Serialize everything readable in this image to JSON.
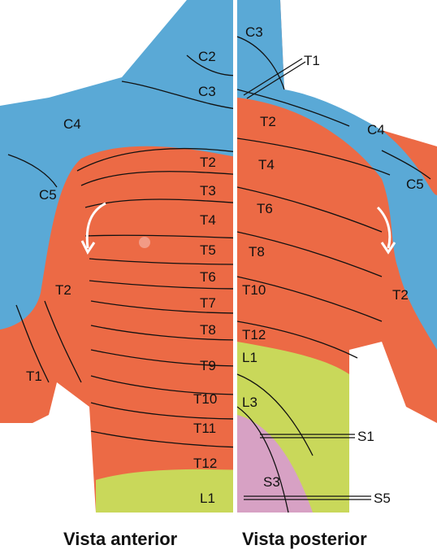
{
  "colors": {
    "cervical": "#5aa9d6",
    "thoracic": "#ec6a45",
    "lumbar": "#c9d85a",
    "sacral": "#d7a1c4",
    "divider": "#ffffff"
  },
  "anterior": {
    "caption": "Vista anterior",
    "labels": {
      "c2": "C2",
      "c3": "C3",
      "c4": "C4",
      "c5": "C5",
      "t2_trunk": "T2",
      "t3": "T3",
      "t4": "T4",
      "t5": "T5",
      "t6": "T6",
      "t7": "T7",
      "t8": "T8",
      "t9": "T9",
      "t10": "T10",
      "t11": "T11",
      "t12": "T12",
      "l1": "L1",
      "t2_arm": "T2",
      "t1_arm": "T1"
    }
  },
  "posterior": {
    "caption": "Vista posterior",
    "labels": {
      "c3": "C3",
      "t1": "T1",
      "t2": "T2",
      "c4": "C4",
      "c5": "C5",
      "t4": "T4",
      "t6": "T6",
      "t8": "T8",
      "t10": "T10",
      "t12": "T12",
      "l1": "L1",
      "l3": "L3",
      "s1": "S1",
      "s3": "S3",
      "s5": "S5",
      "t2_arm": "T2"
    }
  }
}
